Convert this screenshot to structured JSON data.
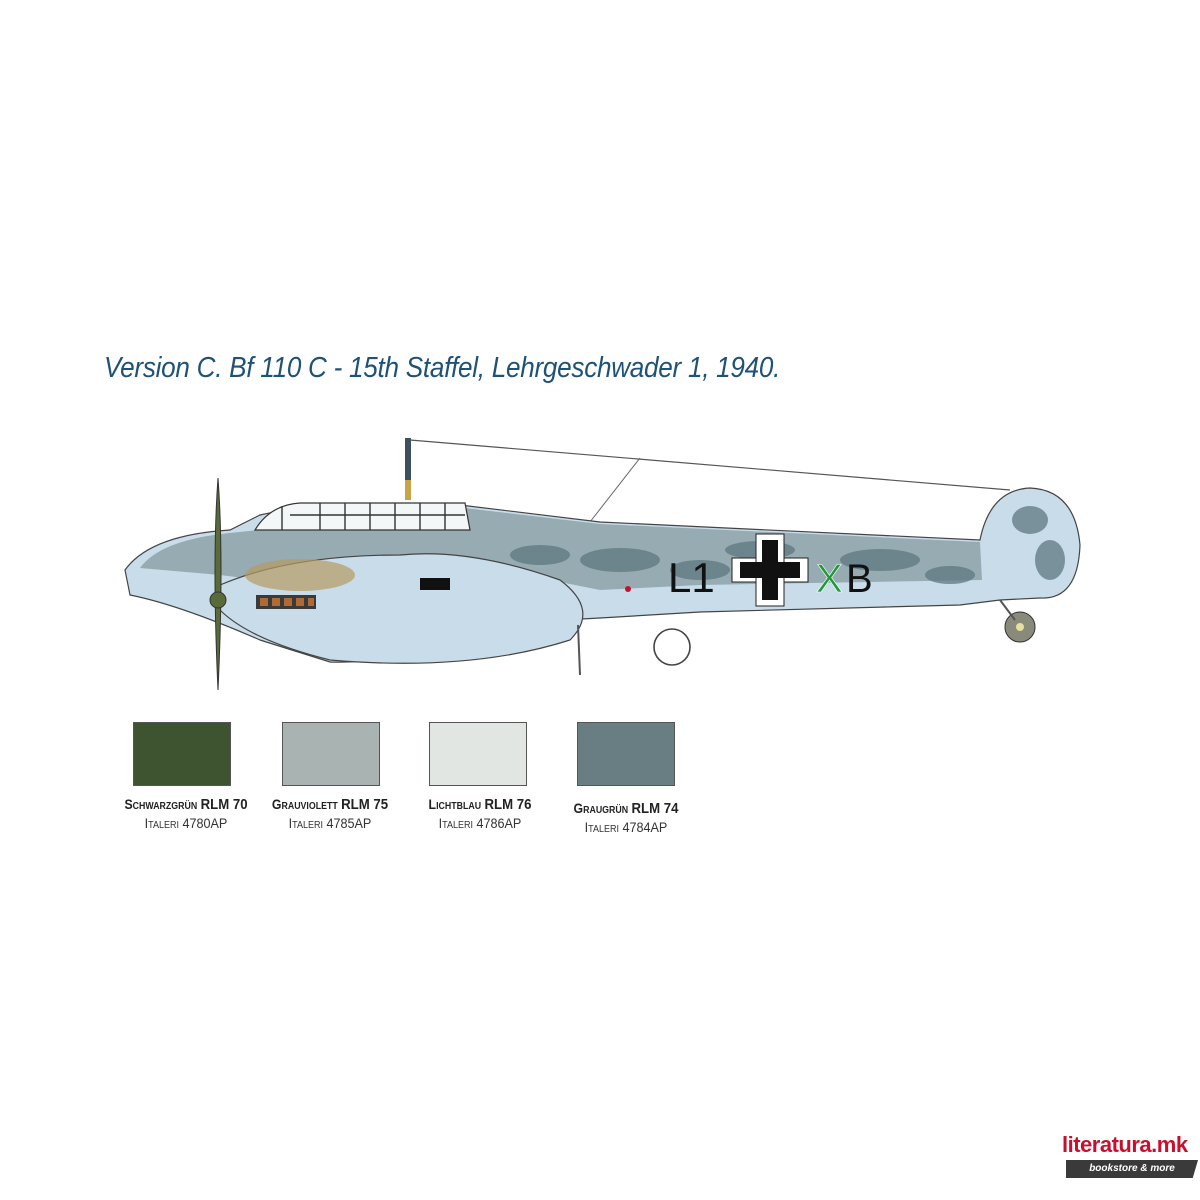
{
  "title": "Version C. Bf 110 C - 15th Staffel, Lehrgeschwader 1, 1940.",
  "aircraft": {
    "markings": {
      "left": "L1",
      "right_1": "X",
      "right_2": "B"
    },
    "colors": {
      "upper_camo": "#6b7f84",
      "lower": "#c9dcea",
      "propeller": "#5a6b3a",
      "letter_green": "#1e9a3a",
      "cross": "#111111"
    }
  },
  "swatches": [
    {
      "name_small": "Schwarzgrün",
      "rlm": "RLM 70",
      "brand": "Italeri",
      "code": "4780AP",
      "color": "#3e5330"
    },
    {
      "name_small": "Grauviolett",
      "rlm": "RLM 75",
      "brand": "Italeri",
      "code": "4785AP",
      "color": "#a9b3b1"
    },
    {
      "name_small": "Lichtblau",
      "rlm": "RLM 76",
      "brand": "Italeri",
      "code": "4786AP",
      "color": "#e2e6e2"
    },
    {
      "name_small": "Graugrün",
      "rlm": "RLM 74",
      "brand": "Italeri",
      "code": "4784AP",
      "color": "#687e83"
    }
  ],
  "logo": {
    "main": "literatura.mk",
    "sub": "bookstore & more"
  }
}
